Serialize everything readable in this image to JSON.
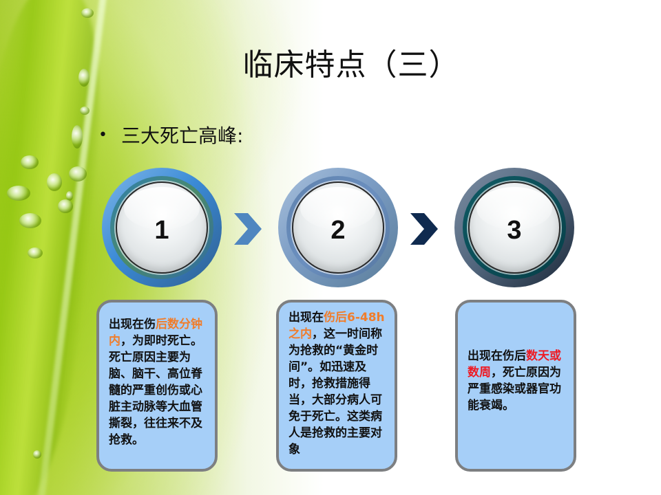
{
  "slide": {
    "title": "临床特点（三）",
    "bullet": {
      "symbol": "•",
      "text": "三大死亡高峰:"
    }
  },
  "steps": [
    {
      "number": "1",
      "ring_color": "#3b8ad6"
    },
    {
      "number": "2",
      "ring_color": "#7b9cc4"
    },
    {
      "number": "3",
      "ring_color": "#0f5a63"
    }
  ],
  "arrows": [
    {
      "icon": "chevron-right-icon",
      "color": "#4f86c0"
    },
    {
      "icon": "chevron-right-icon",
      "color": "#0f2a4f"
    }
  ],
  "cards": [
    {
      "prefix": "出现在伤",
      "highlight": "后数分钟内",
      "suffix": "，为即时死亡。死亡原因主要为脑、脑干、高位脊髓的严重创伤或心脏主动脉等大血管撕裂，往往来不及抢救。",
      "highlight_color": "#f07d2b"
    },
    {
      "prefix": "出现在",
      "highlight": "伤后6-48h之内",
      "suffix": "，这一时间称为抢救的“黄金时间”。如迅速及时，抢救措施得当，大部分病人可免于死亡。这类病人是抢救的主要对象",
      "highlight_color": "#f07d2b"
    },
    {
      "prefix": "出现在伤后",
      "highlight": "数天或数周",
      "suffix": "，死亡原因为严重感染或器官功能衰竭。",
      "highlight_color": "#ee1b24"
    }
  ],
  "colors": {
    "card_bg": "#a6cff8",
    "card_border": "#7d7f81",
    "background_green": "#9cc21c"
  }
}
